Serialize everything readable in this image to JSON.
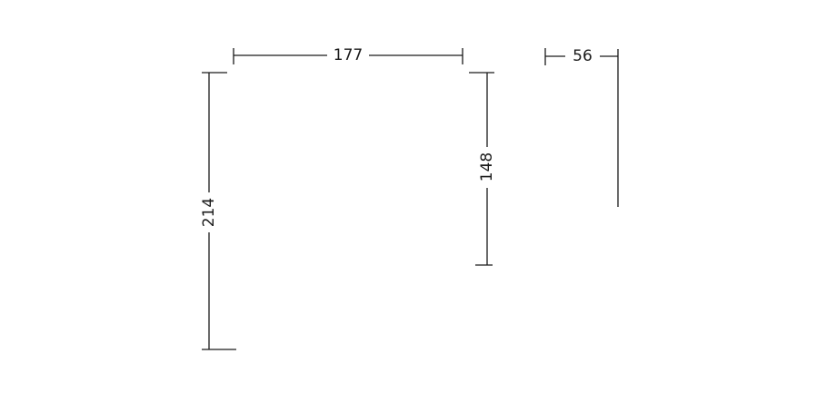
{
  "dimensions": {
    "top_width": {
      "value": "177"
    },
    "left_height": {
      "value": "214"
    },
    "middle_height": {
      "value": "148"
    },
    "right_width": {
      "value": "56"
    }
  },
  "colors": {
    "line": "#1a1a1a",
    "background": "#ffffff"
  }
}
